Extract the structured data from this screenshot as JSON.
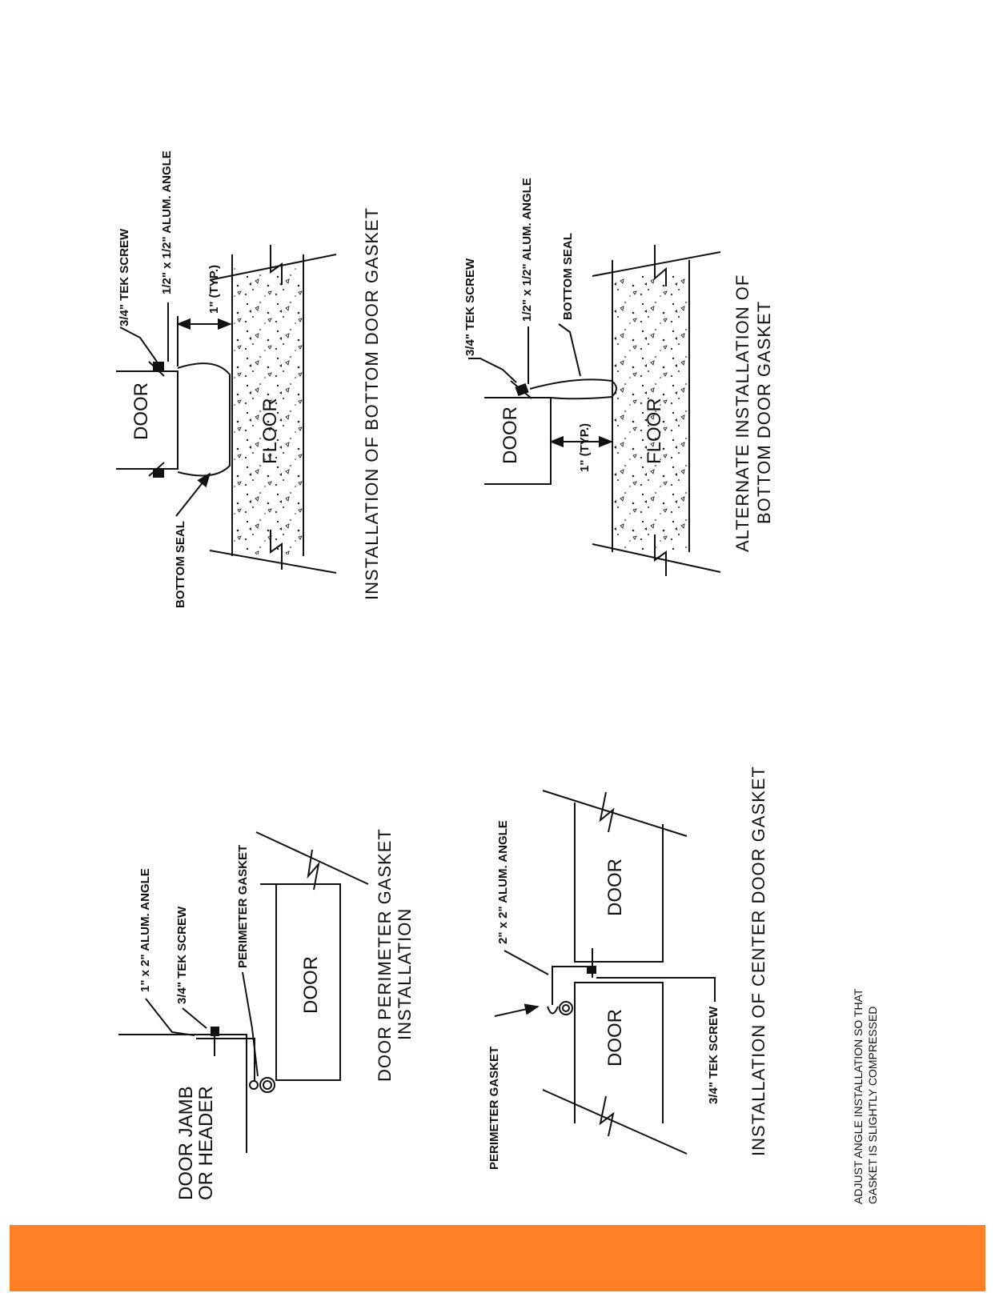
{
  "colors": {
    "ink": "#111111",
    "accent": "#ff7f27",
    "paper": "#ffffff"
  },
  "bottom_gasket": {
    "title": "INSTALLATION OF BOTTOM DOOR GASKET",
    "door": "DOOR",
    "floor": "FLOOR",
    "screw": "3/4\" TEK SCREW",
    "angle": "1/2\" x 1/2\" ALUM. ANGLE",
    "gap": "1\" (TYP.)",
    "seal": "BOTTOM SEAL"
  },
  "alt_bottom_gasket": {
    "title_line1": "ALTERNATE INSTALLATION OF",
    "title_line2": "BOTTOM DOOR GASKET",
    "door": "DOOR",
    "floor": "FLOOR",
    "screw": "3/4\" TEK SCREW",
    "angle": "1/2\" x 1/2\" ALUM. ANGLE",
    "seal": "BOTTOM SEAL",
    "gap": "1\" (TYP.)"
  },
  "perimeter_gasket": {
    "title_line1": "DOOR PERIMETER GASKET",
    "title_line2": "INSTALLATION",
    "jamb_line1": "DOOR JAMB",
    "jamb_line2": "OR HEADER",
    "angle": "1\" x 2\" ALUM. ANGLE",
    "screw": "3/4\" TEK SCREW",
    "gasket": "PERIMETER GASKET",
    "door": "DOOR"
  },
  "center_gasket": {
    "title": "INSTALLATION OF CENTER DOOR GASKET",
    "angle": "2\" x 2\" ALUM. ANGLE",
    "door_top": "DOOR",
    "door_bottom": "DOOR",
    "gasket": "PERIMETER GASKET",
    "screw": "3/4\" TEK SCREW"
  },
  "note": {
    "line1": "ADJUST ANGLE INSTALLATION SO THAT",
    "line2": "GASKET IS SLIGHTLY COMPRESSED"
  }
}
